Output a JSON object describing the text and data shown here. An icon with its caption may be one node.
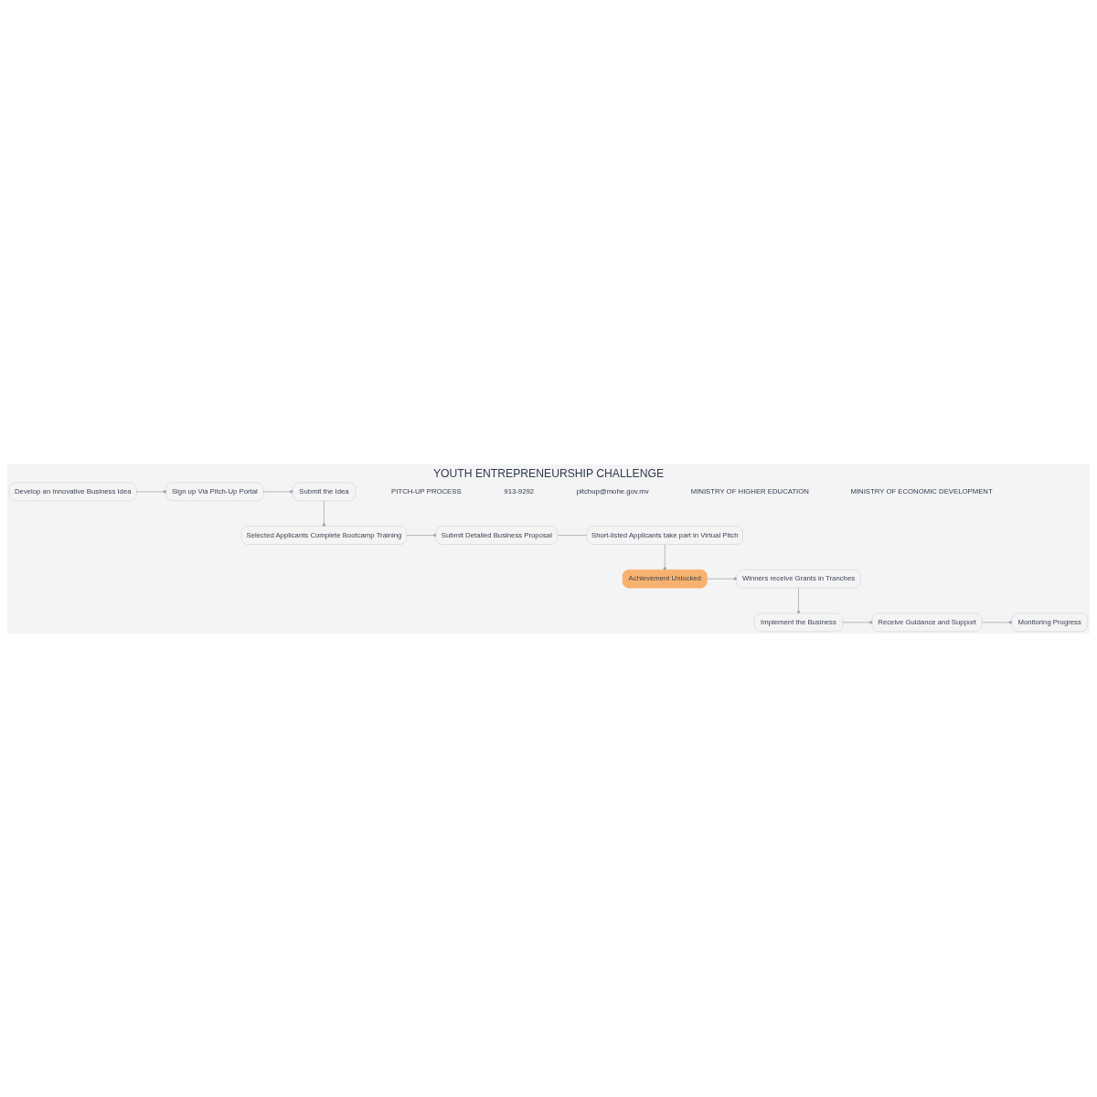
{
  "diagram": {
    "title": "YOUTH ENTREPRENEURSHIP CHALLENGE",
    "nodes": [
      {
        "text": [
          "Develop an Innovative Business Idea"
        ]
      },
      {
        "text": [
          "Sign up Via Pitch-Up Portal"
        ]
      },
      {
        "text": [
          "Submit the Idea"
        ]
      },
      {
        "text": [
          "Short-listed Applicants take part in Virtual Pitch"
        ]
      },
      {
        "text": [
          "Submit Detailed Business Proposal"
        ]
      },
      {
        "text": [
          "Selected Applicants Complete Bootcamp Training"
        ]
      },
      {
        "text": [
          "Achievement Unlocked"
        ]
      },
      {
        "text": [
          "Winners receive Grants in Tranches"
        ]
      },
      {
        "text": [
          "Monitoring Progress"
        ]
      },
      {
        "text": [
          "Receive Guidance and Support"
        ]
      },
      {
        "text": [
          "Implement the Business"
        ]
      }
    ],
    "edges": [
      {
        "from": 0,
        "to": 1,
        "arrow": "other"
      },
      {
        "from": 1,
        "to": 2,
        "arrow": "other"
      },
      {
        "from": 2,
        "to": 5,
        "arrow": "other"
      },
      {
        "from": 5,
        "to": 4,
        "arrow": "other"
      },
      {
        "from": 4,
        "to": 3,
        "arrow": "none"
      },
      {
        "from": 3,
        "to": 6,
        "arrow": "other"
      },
      {
        "from": 6,
        "to": 7,
        "arrow": "other"
      },
      {
        "from": 7,
        "to": 10,
        "arrow": "other"
      },
      {
        "from": 10,
        "to": 9,
        "arrow": "other"
      },
      {
        "from": 9,
        "to": 8,
        "arrow": "other"
      }
    ],
    "labels": [
      "PITCH-UP PROCESS",
      "913-9292",
      "pitchup@mohe.gov.mv",
      "MINISTRY OF HIGHER EDUCATION",
      "MINISTRY OF ECONOMIC DEVELOPMENT"
    ]
  }
}
